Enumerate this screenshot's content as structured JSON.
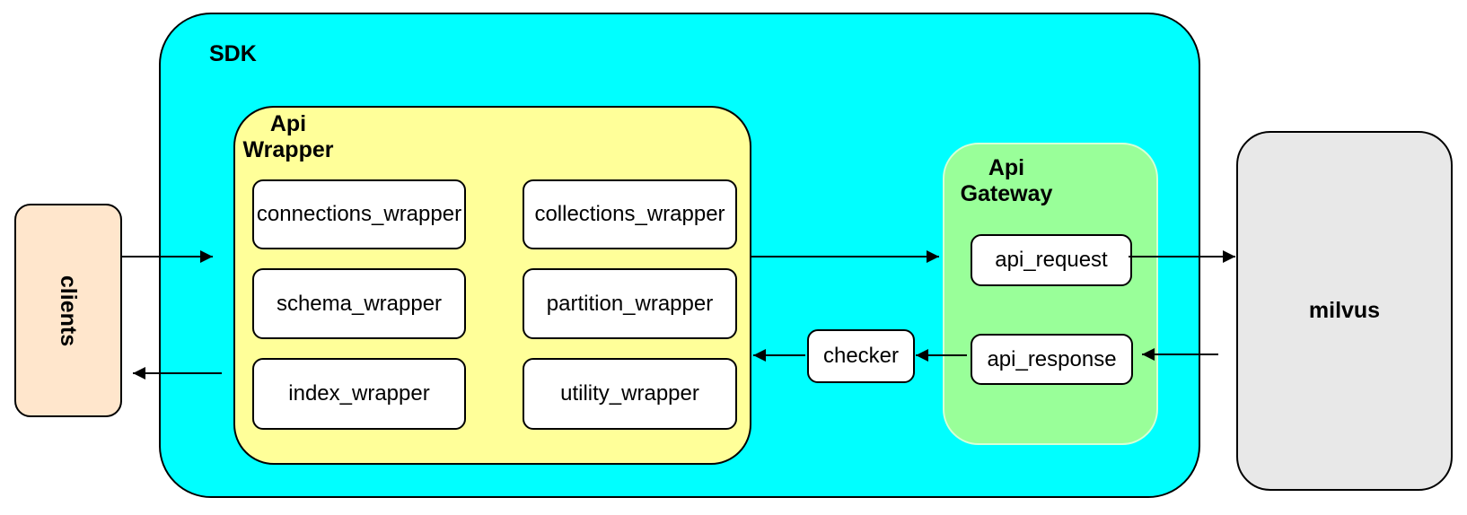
{
  "colors": {
    "sdk_fill": "#00ffff",
    "api_wrapper_fill": "#ffff99",
    "api_gateway_fill": "#99ff99",
    "clients_fill": "#ffe6cc",
    "milvus_fill": "#e8e8e8",
    "inner_box_fill": "#ffffff",
    "border": "#000000"
  },
  "nodes": {
    "clients": {
      "label": "clients"
    },
    "sdk": {
      "label": "SDK"
    },
    "api_wrapper": {
      "label_line1": "Api",
      "label_line2": "Wrapper",
      "boxes": [
        "connections_wrapper",
        "collections_wrapper",
        "schema_wrapper",
        "partition_wrapper",
        "index_wrapper",
        "utility_wrapper"
      ]
    },
    "checker": {
      "label": "checker"
    },
    "api_gateway": {
      "label_line1": "Api",
      "label_line2": "Gateway",
      "boxes": [
        "api_request",
        "api_response"
      ]
    },
    "milvus": {
      "label": "milvus"
    }
  },
  "edges": [
    {
      "from": "clients",
      "to": "api_wrapper"
    },
    {
      "from": "api_wrapper",
      "to": "api_request"
    },
    {
      "from": "api_request",
      "to": "milvus"
    },
    {
      "from": "milvus",
      "to": "api_response"
    },
    {
      "from": "api_response",
      "to": "checker"
    },
    {
      "from": "checker",
      "to": "api_wrapper"
    },
    {
      "from": "api_wrapper",
      "to": "clients"
    }
  ]
}
